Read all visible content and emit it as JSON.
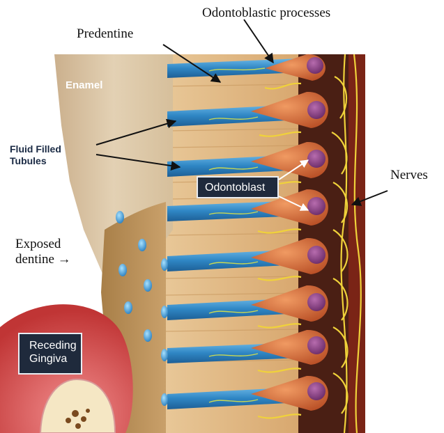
{
  "labels": {
    "odontoblastic_processes": "Odontoblastic processes",
    "predentine": "Predentine",
    "enamel": "Enamel",
    "fluid_filled_tubules": [
      "Fluid Filled",
      "Tubules"
    ],
    "nerves": "Nerves",
    "odontoblast": "Odontoblast",
    "exposed_dentine": [
      "Exposed",
      "dentine →"
    ],
    "receding_gingiva": [
      "Receding",
      "Gingiva"
    ]
  },
  "colors": {
    "enamel": "#d8c3a2",
    "dentine": "#e8c494",
    "tubule": "#3c8fc8",
    "nerve": "#f0d23a",
    "pulp": "#4a1f14",
    "odontoblast": "#d46a3c",
    "gingiva": "#cf3f3f",
    "label_box": "#1f2a3c"
  }
}
